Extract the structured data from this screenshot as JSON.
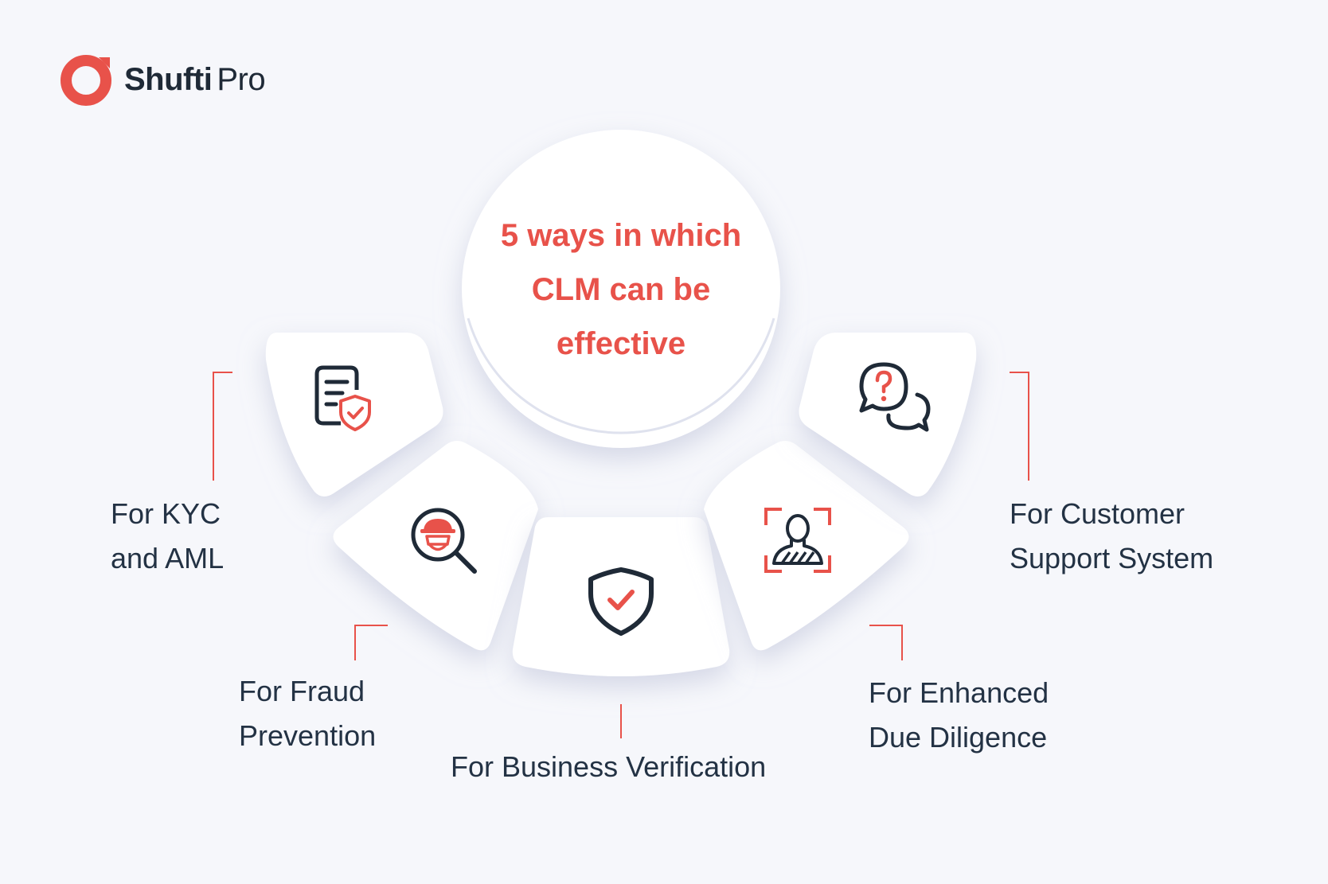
{
  "brand": {
    "name_bold": "Shufti",
    "name_light": "Pro",
    "accent_color": "#e8524a",
    "text_color": "#233244"
  },
  "center": {
    "title_lines": [
      "5 ways in which",
      "CLM can be",
      "effective"
    ]
  },
  "items": [
    {
      "id": "kyc",
      "icon": "document-shield-icon",
      "label_lines": [
        "For KYC",
        "and AML"
      ]
    },
    {
      "id": "fraud",
      "icon": "fraudster-magnifier-icon",
      "label_lines": [
        "For Fraud",
        "Prevention"
      ]
    },
    {
      "id": "business",
      "icon": "shield-check-icon",
      "label_lines": [
        "For Business Verification"
      ]
    },
    {
      "id": "edd",
      "icon": "face-scan-person-icon",
      "label_lines": [
        "For Enhanced",
        "Due Diligence"
      ]
    },
    {
      "id": "support",
      "icon": "chat-question-icon",
      "label_lines": [
        "For Customer",
        "Support System"
      ]
    }
  ]
}
